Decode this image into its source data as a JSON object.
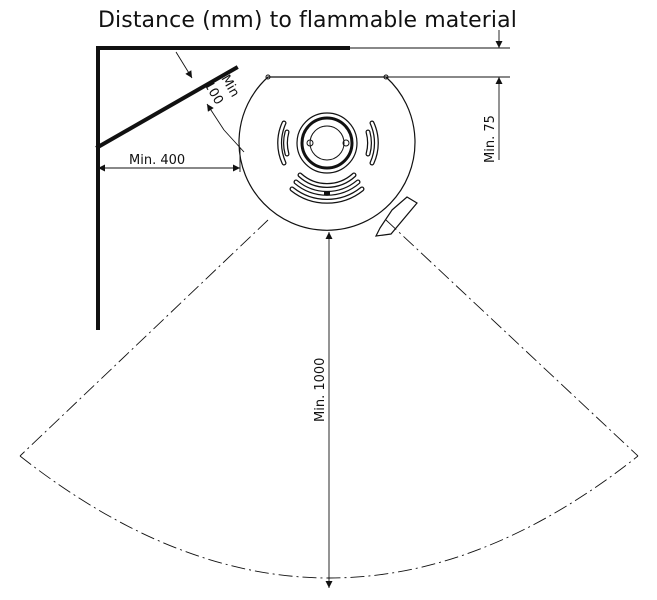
{
  "title": "Distance (mm) to flammable material",
  "labels": {
    "min_wall_side": "Min. 400",
    "min_corner_word": "Min",
    "min_corner_value": "100",
    "min_back": "Min. 75",
    "min_front": "Min. 1000"
  },
  "colors": {
    "ink": "#111111",
    "background": "#ffffff"
  }
}
